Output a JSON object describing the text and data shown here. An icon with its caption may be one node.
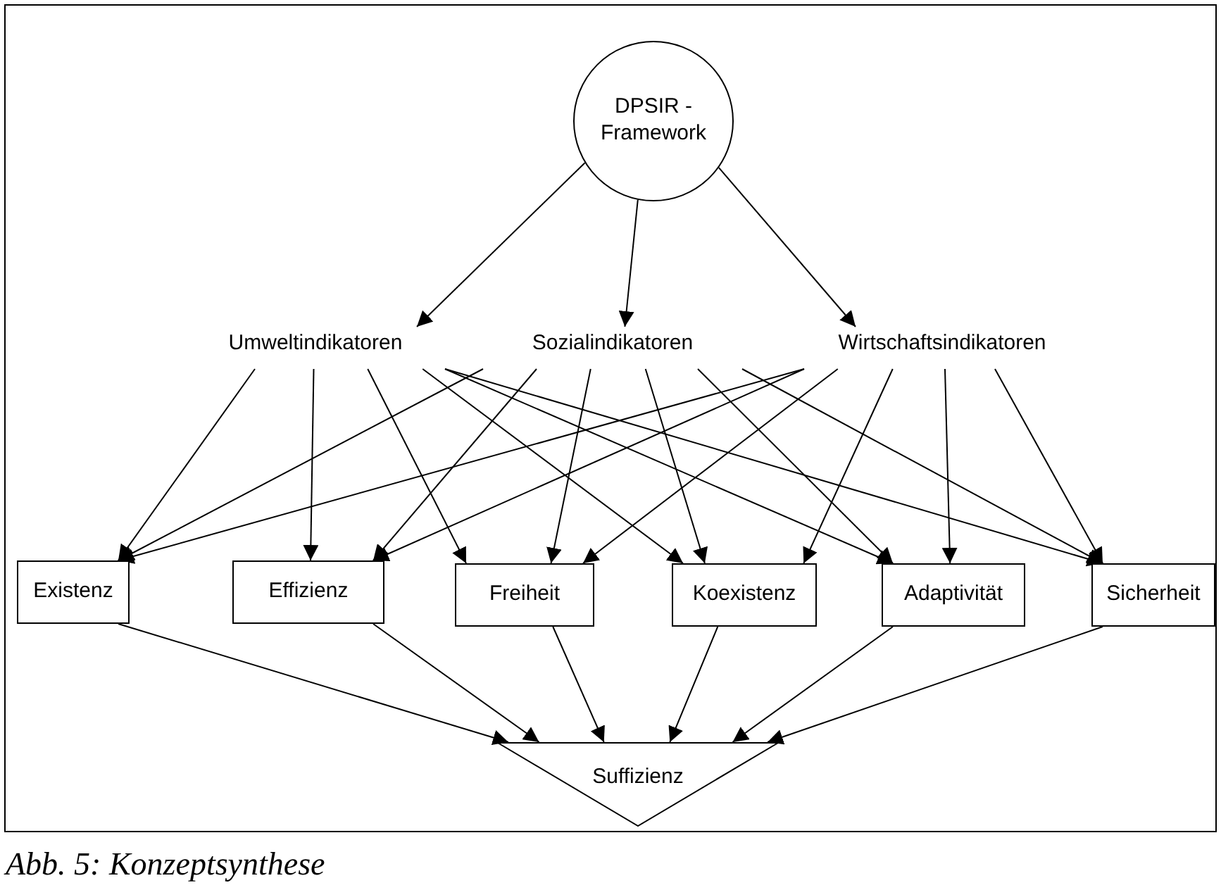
{
  "diagram": {
    "caption": "Abb. 5: Konzeptsynthese",
    "nodes": [
      {
        "text": [
          "DPSIR - Framework"
        ]
      },
      {
        "text": [
          "Umweltindikatoren"
        ]
      },
      {
        "text": [
          "Sozialindikatoren"
        ]
      },
      {
        "text": [
          "Wirtschaftsindikatoren"
        ]
      },
      {
        "text": [
          "Existenz"
        ]
      },
      {
        "text": [
          "Effizienz"
        ]
      },
      {
        "text": [
          "Freiheit"
        ]
      },
      {
        "text": [
          "Koexistenz"
        ]
      },
      {
        "text": [
          "Adaptivität"
        ]
      },
      {
        "text": [
          "Sicherheit"
        ]
      },
      {
        "text": [
          "Suffizienz"
        ]
      }
    ],
    "edges": [
      {
        "from": 0,
        "to": 1,
        "arrow": "to"
      },
      {
        "from": 0,
        "to": 2,
        "arrow": "to"
      },
      {
        "from": 0,
        "to": 3,
        "arrow": "to"
      },
      {
        "from": 1,
        "to": 4,
        "arrow": "to"
      },
      {
        "from": 1,
        "to": 5,
        "arrow": "to"
      },
      {
        "from": 1,
        "to": 6,
        "arrow": "to"
      },
      {
        "from": 1,
        "to": 7,
        "arrow": "to"
      },
      {
        "from": 1,
        "to": 8,
        "arrow": "to"
      },
      {
        "from": 1,
        "to": 9,
        "arrow": "to"
      },
      {
        "from": 2,
        "to": 4,
        "arrow": "to"
      },
      {
        "from": 2,
        "to": 5,
        "arrow": "to"
      },
      {
        "from": 2,
        "to": 6,
        "arrow": "to"
      },
      {
        "from": 2,
        "to": 7,
        "arrow": "to"
      },
      {
        "from": 2,
        "to": 8,
        "arrow": "to"
      },
      {
        "from": 2,
        "to": 9,
        "arrow": "to"
      },
      {
        "from": 3,
        "to": 4,
        "arrow": "to"
      },
      {
        "from": 3,
        "to": 5,
        "arrow": "to"
      },
      {
        "from": 3,
        "to": 6,
        "arrow": "to"
      },
      {
        "from": 3,
        "to": 7,
        "arrow": "to"
      },
      {
        "from": 3,
        "to": 8,
        "arrow": "to"
      },
      {
        "from": 3,
        "to": 9,
        "arrow": "to"
      },
      {
        "from": 4,
        "to": 10,
        "arrow": "to"
      },
      {
        "from": 5,
        "to": 10,
        "arrow": "to"
      },
      {
        "from": 6,
        "to": 10,
        "arrow": "to"
      },
      {
        "from": 7,
        "to": 10,
        "arrow": "to"
      },
      {
        "from": 8,
        "to": 10,
        "arrow": "to"
      },
      {
        "from": 9,
        "to": 10,
        "arrow": "to"
      }
    ]
  }
}
